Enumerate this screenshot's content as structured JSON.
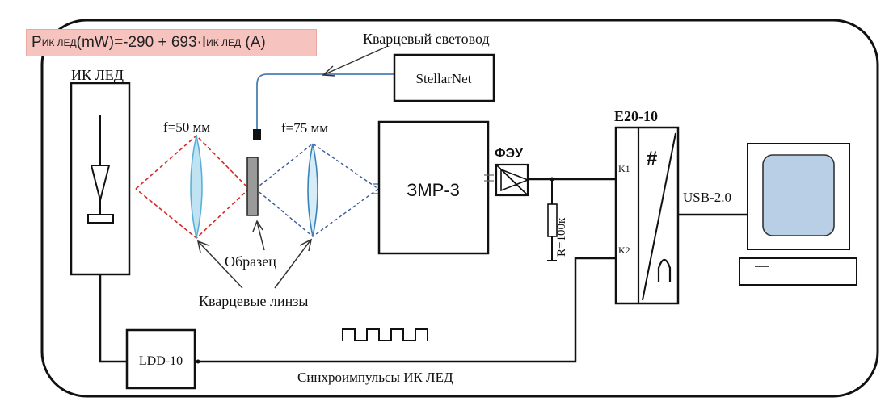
{
  "formula": {
    "p_symbol": "P",
    "p_subscript": "ИК ЛЕД",
    "p_units": "(mW)=-290 + 693·I",
    "i_subscript": "ИК ЛЕД",
    "i_units": "(A)"
  },
  "labels": {
    "ir_led": "ИК ЛЕД",
    "focal_50": "f=50 мм",
    "focal_75": "f=75 мм",
    "sample": "Образец",
    "quartz_lenses": "Кварцевые линзы",
    "quartz_fiber": "Кварцевый световод",
    "spectrometer": "StellarNet",
    "monochromator": "ЗМР-3",
    "pmt": "ФЭУ",
    "resistor": "R=100к",
    "adc": "E20-10",
    "adc_k1": "K1",
    "adc_k2": "K2",
    "adc_hash": "#",
    "usb": "USB-2.0",
    "driver": "LDD-10",
    "sync": "Синхроимпульсы ИК ЛЕД"
  },
  "colors": {
    "frame": "#111111",
    "red_beam": "#d42a2a",
    "blue_beam": "#3a5a9a",
    "lens_fill": "#bfe3f2",
    "lens_stroke": "#5ab0d8",
    "fiber": "#4a7fb5",
    "sample_fill": "#9a9a9a",
    "formula_bg": "#f6c3bf",
    "monitor_screen": "#b9cfe6"
  }
}
